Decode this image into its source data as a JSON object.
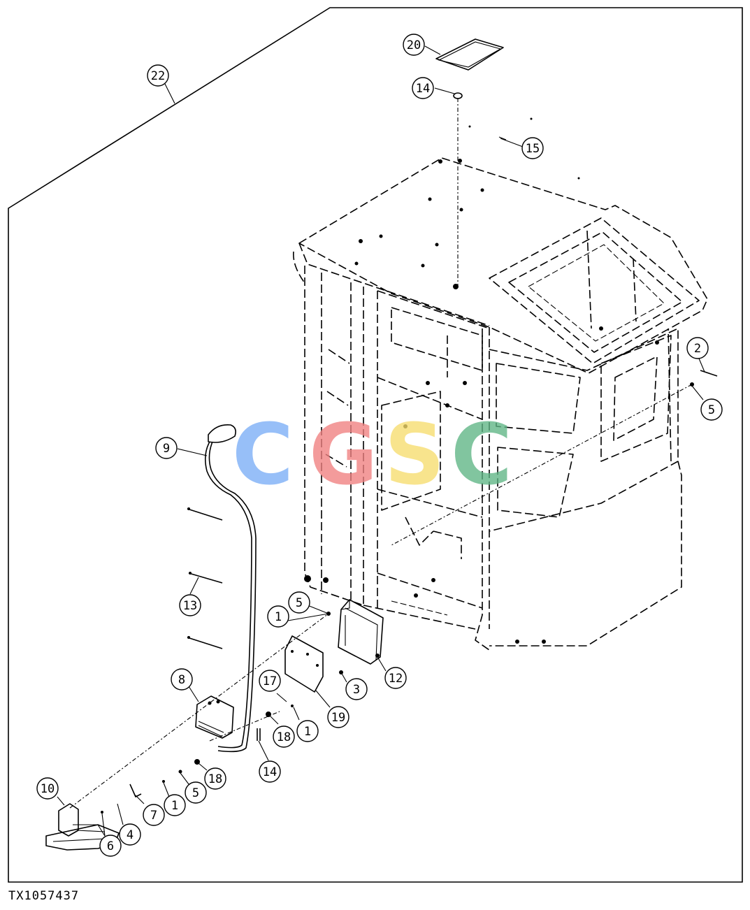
{
  "figure_id": "TX1057437",
  "watermark": {
    "letters": [
      "C",
      "G",
      "S",
      "C"
    ],
    "colors": [
      "#7aaef7",
      "#f08080",
      "#f7dd6e",
      "#5eb585"
    ]
  },
  "callouts": [
    {
      "label": "20"
    },
    {
      "label": "14"
    },
    {
      "label": "15"
    },
    {
      "label": "22"
    },
    {
      "label": "2"
    },
    {
      "label": "5"
    },
    {
      "label": "9"
    },
    {
      "label": "13"
    },
    {
      "label": "5"
    },
    {
      "label": "1"
    },
    {
      "label": "12"
    },
    {
      "label": "3"
    },
    {
      "label": "8"
    },
    {
      "label": "17"
    },
    {
      "label": "19"
    },
    {
      "label": "18"
    },
    {
      "label": "1"
    },
    {
      "label": "14"
    },
    {
      "label": "18"
    },
    {
      "label": "10"
    },
    {
      "label": "5"
    },
    {
      "label": "7"
    },
    {
      "label": "1"
    },
    {
      "label": "4"
    },
    {
      "label": "6"
    }
  ]
}
